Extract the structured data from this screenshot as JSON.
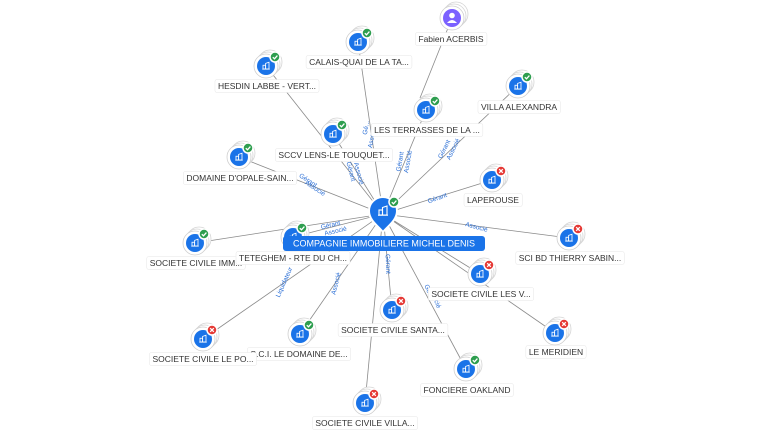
{
  "colors": {
    "accent": "#1a73e8",
    "edge": "#8a8a8a",
    "active": "#2e9e4f",
    "inactive": "#e53935",
    "person": "#7b61ff",
    "label_bg": "#ffffff",
    "label_text": "#333333",
    "edge_label": "#2b6fd6"
  },
  "center": {
    "label": "COMPAGNIE IMMOBILIERE MICHEL DENIS",
    "icon": "company-icon",
    "status": "active"
  },
  "nodes": [
    {
      "id": "fabien-acerbis",
      "label": "Fabien ACERBIS",
      "kind": "person",
      "status": "none"
    },
    {
      "id": "calais-quai",
      "label": "CALAIS-QUAI DE LA TA...",
      "kind": "company",
      "status": "active"
    },
    {
      "id": "hesdin-labbe",
      "label": "HESDIN LABBE - VERT...",
      "kind": "company",
      "status": "active"
    },
    {
      "id": "villa-alexandra",
      "label": "VILLA ALEXANDRA",
      "kind": "company",
      "status": "active"
    },
    {
      "id": "les-terrasses",
      "label": "LES TERRASSES DE LA ...",
      "kind": "company",
      "status": "active"
    },
    {
      "id": "sccv-lens",
      "label": "SCCV LENS-LE TOUQUET...",
      "kind": "company",
      "status": "active"
    },
    {
      "id": "domaine-opale",
      "label": "DOMAINE D'OPALE-SAIN...",
      "kind": "company",
      "status": "active"
    },
    {
      "id": "laperouse",
      "label": "LAPEROUSE",
      "kind": "company",
      "status": "inactive"
    },
    {
      "id": "sci-bd-thierry",
      "label": "SCI BD THIERRY SABIN...",
      "kind": "company",
      "status": "inactive"
    },
    {
      "id": "societe-civile-imm",
      "label": "SOCIETE CIVILE IMM...",
      "kind": "company",
      "status": "active"
    },
    {
      "id": "teteghem",
      "label": "TETEGHEM - RTE DU CH...",
      "kind": "company",
      "status": "active"
    },
    {
      "id": "societe-civile-les-v",
      "label": "SOCIETE CIVILE LES V...",
      "kind": "company",
      "status": "inactive"
    },
    {
      "id": "le-meridien",
      "label": "LE MERIDIEN",
      "kind": "company",
      "status": "inactive"
    },
    {
      "id": "societe-civile-santa",
      "label": "SOCIETE CIVILE SANTA...",
      "kind": "company",
      "status": "inactive"
    },
    {
      "id": "sci-le-domaine",
      "label": "S.C.I. LE DOMAINE DE...",
      "kind": "company",
      "status": "active"
    },
    {
      "id": "societe-civile-le-p",
      "label": "SOCIETE CIVILE LE PO...",
      "kind": "company",
      "status": "inactive"
    },
    {
      "id": "fonciere-oakland",
      "label": "FONCIERE OAKLAND",
      "kind": "company",
      "status": "active"
    },
    {
      "id": "societe-civile-villa",
      "label": "SOCIETE CIVILE VILLA...",
      "kind": "company",
      "status": "inactive"
    }
  ],
  "edge_labels": [
    {
      "text": "Gé...",
      "node": "calais-quai"
    },
    {
      "text": "Associé",
      "node": "calais-quai"
    },
    {
      "text": "Gérant",
      "node": "les-terrasses"
    },
    {
      "text": "Associé",
      "node": "les-terrasses"
    },
    {
      "text": "Gérant",
      "node": "villa-alexandra"
    },
    {
      "text": "Associé",
      "node": "villa-alexandra"
    },
    {
      "text": "Gérant",
      "node": "sccv-lens"
    },
    {
      "text": "Associé",
      "node": "sccv-lens"
    },
    {
      "text": "Gérant",
      "node": "domaine-opale"
    },
    {
      "text": "Associé",
      "node": "domaine-opale"
    },
    {
      "text": "Gérant",
      "node": "laperouse"
    },
    {
      "text": "Associé",
      "node": "sci-bd-thierry"
    },
    {
      "text": "Gérant",
      "node": "teteghem"
    },
    {
      "text": "Associé",
      "node": "teteghem"
    },
    {
      "text": "Liquidateur",
      "node": "societe-civile-le-p"
    },
    {
      "text": "Associé",
      "node": "sci-le-domaine"
    },
    {
      "text": "Gérant",
      "node": "societe-civile-santa"
    },
    {
      "text": "Gé...",
      "node": "fonciere-oakland"
    },
    {
      "text": "Associé",
      "node": "fonciere-oakland"
    }
  ]
}
